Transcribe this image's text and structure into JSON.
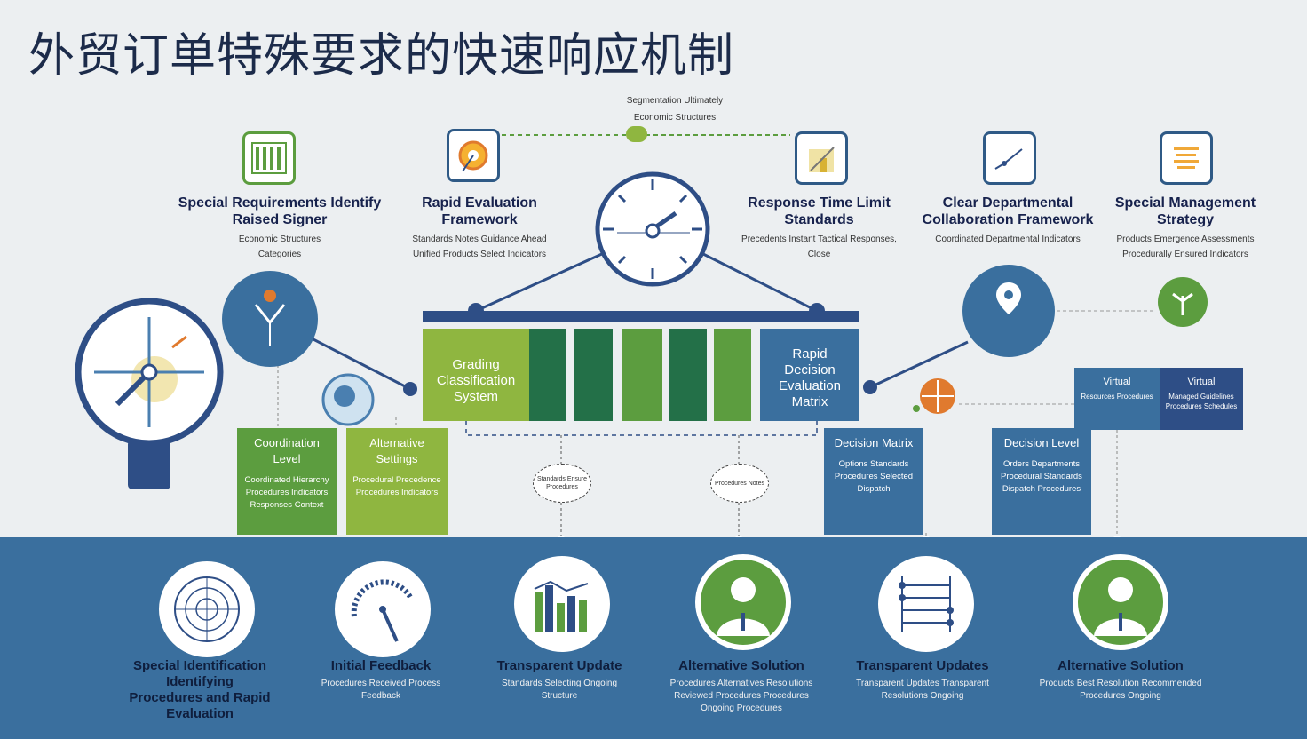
{
  "title": "外贸订单特殊要求的快速响应机制",
  "top_note": {
    "line1": "Segmentation Ultimately",
    "line2": "Economic Structures"
  },
  "top_items": [
    {
      "title": "Special Requirements Identify Raised Signer",
      "sub": "Economic Structures Categories",
      "icon": "spreadsheet-icon"
    },
    {
      "title": "Rapid Evaluation Framework",
      "sub": "Standards Notes Guidance Ahead Unified Products Select Indicators",
      "icon": "target-icon"
    },
    {
      "title": "Response Time Limit Standards",
      "sub": "Precedents Instant Tactical Responses, Close",
      "icon": "chart-icon"
    },
    {
      "title": "Clear Departmental Collaboration Framework",
      "sub": "Coordinated Departmental Indicators",
      "icon": "line-graph-icon"
    },
    {
      "title": "Special Management Strategy",
      "sub": "Products Emergence Assessments Procedurally Ensured Indicators",
      "icon": "list-icon"
    }
  ],
  "center_blocks": {
    "grading": "Grading Classification System",
    "evaluation": "Rapid Decision Evaluation Matrix"
  },
  "left_boxes": [
    {
      "title": "Coordination Level",
      "sub": "Coordinated Hierarchy Procedures Indicators Responses Context"
    },
    {
      "title": "Alternative Settings",
      "sub": "Procedural Precedence Procedures Indicators"
    }
  ],
  "right_boxes": [
    {
      "title": "Decision Matrix",
      "sub": "Options Standards Procedures Selected Dispatch"
    },
    {
      "title": "Decision Level",
      "sub": "Orders Departments Procedural Standards Dispatch Procedures"
    },
    {
      "title": "Virtual",
      "sub": "Resources Procedures"
    },
    {
      "title": "Virtual",
      "sub": "Managed Guidelines Procedures Schedules"
    }
  ],
  "bubbles": [
    "Standards Ensure Procedures",
    "Procedures Notes"
  ],
  "bottom_items": [
    {
      "title": "Special Identification Identifying Procedures and Rapid Evaluation",
      "sub": "",
      "icon": "radar-icon"
    },
    {
      "title": "Initial Feedback",
      "sub": "Procedures Received Process Feedback",
      "icon": "dial-icon"
    },
    {
      "title": "Transparent Update",
      "sub": "Standards Selecting Ongoing Structure",
      "icon": "bar-chart-icon"
    },
    {
      "title": "Alternative Solution",
      "sub": "Procedures Alternatives Resolutions Reviewed Procedures Procedures Ongoing Procedures",
      "icon": "person-icon"
    },
    {
      "title": "Transparent Updates",
      "sub": "Transparent Updates Transparent Resolutions Ongoing",
      "icon": "abacus-icon"
    },
    {
      "title": "Alternative Solution",
      "sub": "Products Best Resolution Recommended Procedures Ongoing",
      "icon": "person-icon"
    }
  ],
  "colors": {
    "navy": "#2e4e86",
    "steel": "#3a6f9e",
    "green_light": "#8fb640",
    "green_dark": "#237048",
    "green_mid": "#5c9d3f",
    "orange": "#e07a2e",
    "text_dark": "#17224d"
  }
}
